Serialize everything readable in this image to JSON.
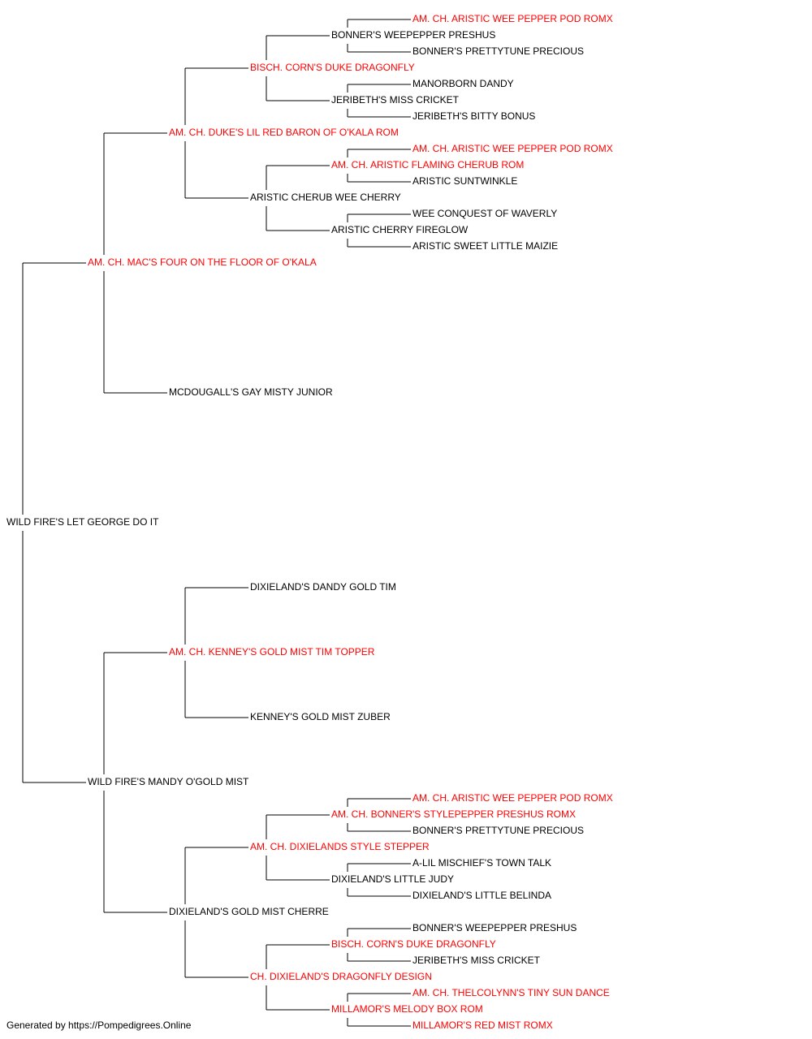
{
  "colors": {
    "champion": "#ff0000",
    "normal": "#000000",
    "line": "#000000"
  },
  "footer": "Generated by https://Pompedigrees.Online",
  "pedigree": {
    "name": "WILD FIRE'S LET GEORGE DO IT",
    "champion": false,
    "sire": {
      "name": "AM. CH. MAC'S FOUR ON THE FLOOR OF O'KALA",
      "champion": true,
      "sire": {
        "name": "AM. CH. DUKE'S LIL RED BARON OF O'KALA ROM",
        "champion": true,
        "sire": {
          "name": "BISCH. CORN'S DUKE DRAGONFLY",
          "champion": true,
          "sire": {
            "name": "BONNER'S WEEPEPPER PRESHUS",
            "champion": false,
            "sire": {
              "name": "AM. CH. ARISTIC WEE PEPPER POD ROMX",
              "champion": true
            },
            "dam": {
              "name": "BONNER'S PRETTYTUNE PRECIOUS",
              "champion": false
            }
          },
          "dam": {
            "name": "JERIBETH'S MISS CRICKET",
            "champion": false,
            "sire": {
              "name": "MANORBORN DANDY",
              "champion": false
            },
            "dam": {
              "name": "JERIBETH'S BITTY BONUS",
              "champion": false
            }
          }
        },
        "dam": {
          "name": "ARISTIC CHERUB WEE CHERRY",
          "champion": false,
          "sire": {
            "name": "AM. CH. ARISTIC FLAMING CHERUB ROM",
            "champion": true,
            "sire": {
              "name": "AM. CH. ARISTIC WEE PEPPER POD ROMX",
              "champion": true
            },
            "dam": {
              "name": "ARISTIC SUNTWINKLE",
              "champion": false
            }
          },
          "dam": {
            "name": "ARISTIC CHERRY FIREGLOW",
            "champion": false,
            "sire": {
              "name": "WEE CONQUEST OF WAVERLY",
              "champion": false
            },
            "dam": {
              "name": "ARISTIC SWEET LITTLE MAIZIE",
              "champion": false
            }
          }
        }
      },
      "dam": {
        "name": "MCDOUGALL'S GAY MISTY JUNIOR",
        "champion": false
      }
    },
    "dam": {
      "name": "WILD FIRE'S MANDY O'GOLD MIST",
      "champion": false,
      "sire": {
        "name": "AM. CH. KENNEY'S GOLD MIST TIM TOPPER",
        "champion": true,
        "sire": {
          "name": "DIXIELAND'S DANDY GOLD TIM",
          "champion": false
        },
        "dam": {
          "name": "KENNEY'S GOLD MIST ZUBER",
          "champion": false
        }
      },
      "dam": {
        "name": "DIXIELAND'S GOLD MIST CHERRE",
        "champion": false,
        "sire": {
          "name": "AM. CH. DIXIELANDS STYLE STEPPER",
          "champion": true,
          "sire": {
            "name": "AM. CH. BONNER'S STYLEPEPPER PRESHUS ROMX",
            "champion": true,
            "sire": {
              "name": "AM. CH. ARISTIC WEE PEPPER POD ROMX",
              "champion": true
            },
            "dam": {
              "name": "BONNER'S PRETTYTUNE PRECIOUS",
              "champion": false
            }
          },
          "dam": {
            "name": "DIXIELAND'S LITTLE JUDY",
            "champion": false,
            "sire": {
              "name": "A-LIL MISCHIEF'S TOWN TALK",
              "champion": false
            },
            "dam": {
              "name": "DIXIELAND'S LITTLE BELINDA",
              "champion": false
            }
          }
        },
        "dam": {
          "name": "CH. DIXIELAND'S DRAGONFLY DESIGN",
          "champion": true,
          "sire": {
            "name": "BISCH. CORN'S DUKE DRAGONFLY",
            "champion": true,
            "sire": {
              "name": "BONNER'S WEEPEPPER PRESHUS",
              "champion": false
            },
            "dam": {
              "name": "JERIBETH'S MISS CRICKET",
              "champion": false
            }
          },
          "dam": {
            "name": "MILLAMOR'S MELODY BOX ROM",
            "champion": true,
            "sire": {
              "name": "AM. CH. THELCOLYNN'S TINY SUN DANCE",
              "champion": true
            },
            "dam": {
              "name": "MILLAMOR'S RED MIST ROMX",
              "champion": true
            }
          }
        }
      }
    }
  }
}
